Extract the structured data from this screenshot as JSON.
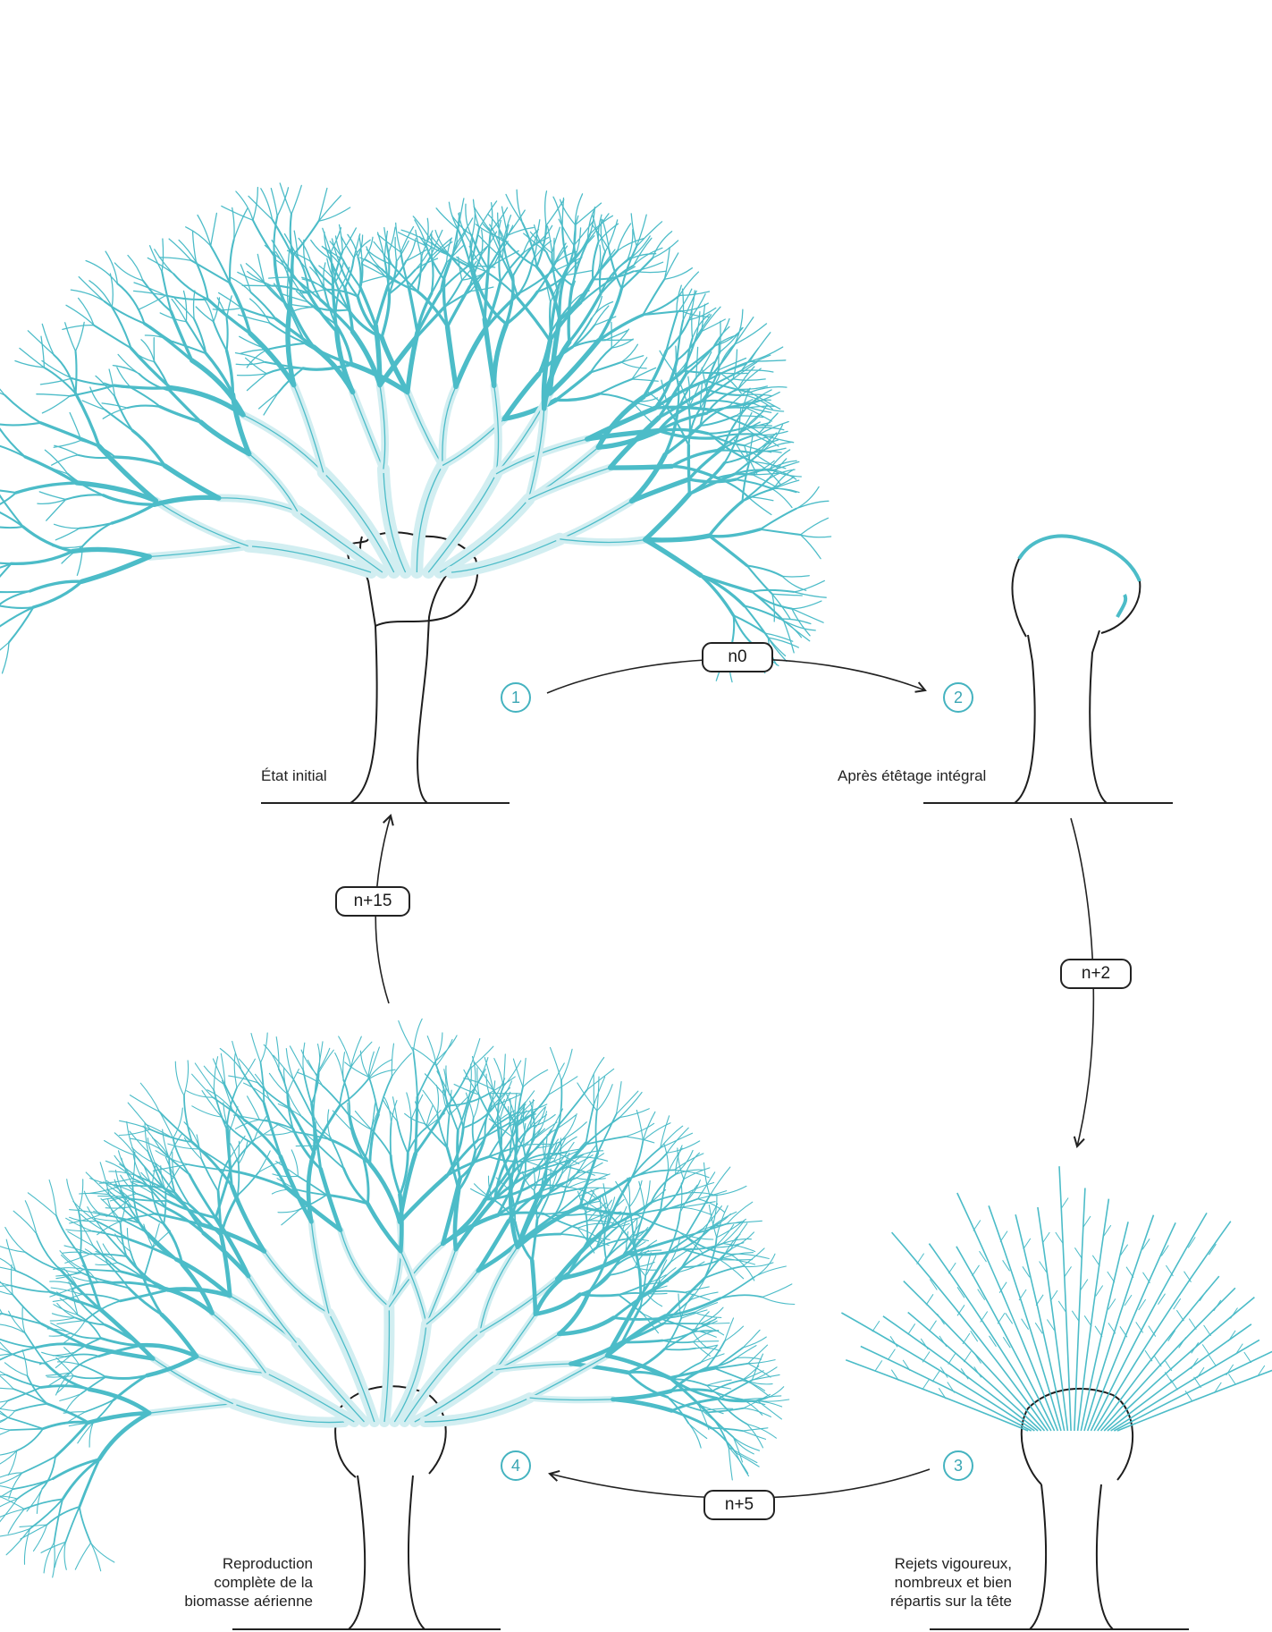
{
  "colors": {
    "branch": "#4cbcc8",
    "branch_fill": "#d2eef1",
    "trunk": "#1e1e1e",
    "step_number": "#3aa6b4"
  },
  "stages": [
    {
      "number": "1",
      "label": "État initial"
    },
    {
      "number": "2",
      "label": "Après étêtage intégral"
    },
    {
      "number": "3",
      "label": "Rejets vigoureux, nombreux et bien répartis sur la tête",
      "lines": [
        "Rejets vigoureux,",
        "nombreux et bien",
        "répartis sur la tête"
      ]
    },
    {
      "number": "4",
      "label": "Reproduction complète de la biomasse aérienne",
      "lines": [
        "Reproduction",
        "complète de la",
        "biomasse aérienne"
      ]
    }
  ],
  "transitions": [
    {
      "from": "1",
      "to": "2",
      "label": "n0"
    },
    {
      "from": "2",
      "to": "3",
      "label": "n+2"
    },
    {
      "from": "3",
      "to": "4",
      "label": "n+5"
    },
    {
      "from": "4",
      "to": "1",
      "label": "n+15"
    }
  ]
}
